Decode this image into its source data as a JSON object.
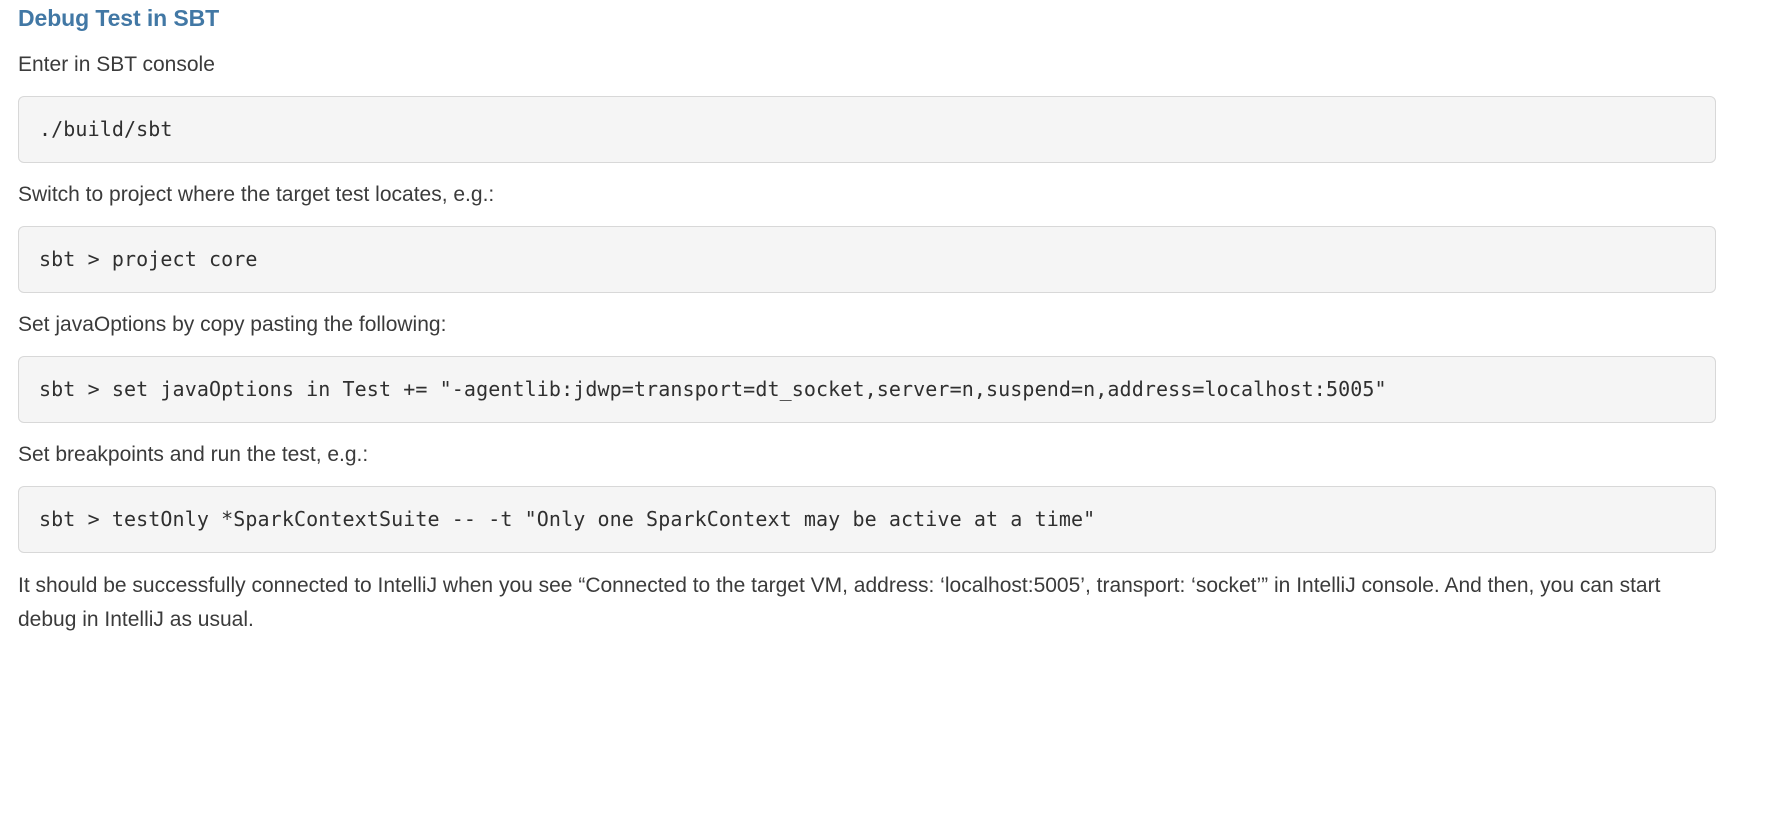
{
  "document": {
    "heading": "Debug Test in SBT",
    "steps": [
      {
        "instruction": "Enter in SBT console",
        "code": "./build/sbt"
      },
      {
        "instruction": "Switch to project where the target test locates, e.g.:",
        "code": "sbt > project core"
      },
      {
        "instruction": "Set javaOptions by copy pasting the following:",
        "code": "sbt > set javaOptions in Test += \"-agentlib:jdwp=transport=dt_socket,server=n,suspend=n,address=localhost:5005\""
      },
      {
        "instruction": "Set breakpoints and run the test, e.g.:",
        "code": "sbt > testOnly *SparkContextSuite -- -t \"Only one SparkContext may be active at a time\""
      }
    ],
    "closing_paragraph": "It should be successfully connected to IntelliJ when you see “Connected to the target VM, address: ‘localhost:5005’, transport: ‘socket’” in IntelliJ console. And then, you can start debug in IntelliJ as usual."
  },
  "colors": {
    "heading": "#4278a5",
    "body_text": "#3b3b3b",
    "code_background": "#f5f5f5",
    "code_border": "#d8d8d8",
    "code_text": "#2f2f2f",
    "page_background": "#ffffff"
  }
}
